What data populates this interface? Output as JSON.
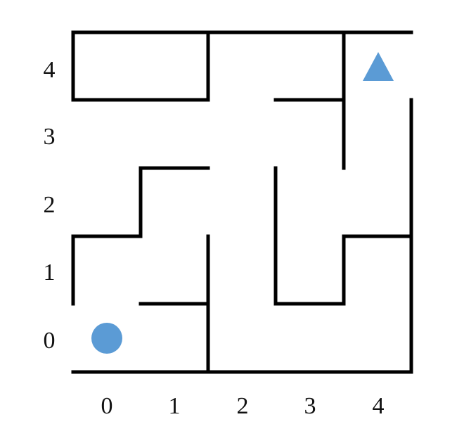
{
  "maze": {
    "rows": 5,
    "cols": 5,
    "x_labels": [
      "0",
      "1",
      "2",
      "3",
      "4"
    ],
    "y_labels": [
      "0",
      "1",
      "2",
      "3",
      "4"
    ],
    "wall_color": "#000000",
    "start": {
      "col": 0,
      "row": 0,
      "shape": "circle",
      "color": "#5b9bd5"
    },
    "goal": {
      "col": 4,
      "row": 4,
      "shape": "triangle",
      "color": "#5b9bd5"
    }
  }
}
